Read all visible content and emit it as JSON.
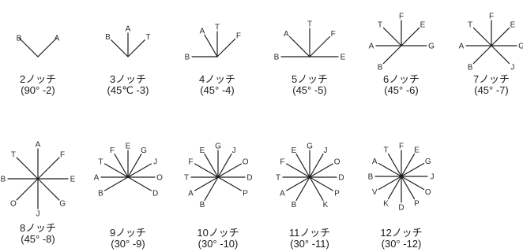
{
  "figure": {
    "items": [
      {
        "name": "2",
        "caption": "2ノッチ",
        "sub": "(90° -2)",
        "labels": [
          "B",
          "A"
        ]
      },
      {
        "name": "3",
        "caption": "3ノッチ",
        "sub": "(45℃ -3)",
        "labels": [
          "B",
          "A",
          "T"
        ]
      },
      {
        "name": "4",
        "caption": "4ノッチ",
        "sub": "(45° -4)",
        "labels": [
          "A",
          "T",
          "F",
          "B"
        ]
      },
      {
        "name": "5",
        "caption": "5ノッチ",
        "sub": "(45° -5)",
        "labels": [
          "A",
          "T",
          "F",
          "B",
          "E"
        ]
      },
      {
        "name": "6",
        "caption": "6ノッチ",
        "sub": "(45° -6)",
        "labels": [
          "T",
          "F",
          "E",
          "A",
          "G",
          "B"
        ]
      },
      {
        "name": "7",
        "caption": "7ノッチ",
        "sub": "(45° -7)",
        "labels": [
          "T",
          "F",
          "E",
          "A",
          "G",
          "B",
          "J"
        ]
      },
      {
        "name": "8",
        "caption": "8ノッチ",
        "sub": "(45° -8)",
        "labels": [
          "T",
          "A",
          "F",
          "B",
          "E",
          "O",
          "G",
          "J"
        ]
      },
      {
        "name": "9",
        "caption": "9ノッチ",
        "sub": "(30° -9)",
        "labels": [
          "F",
          "E",
          "G",
          "T",
          "J",
          "A",
          "O",
          "B",
          "D"
        ]
      },
      {
        "name": "10",
        "caption": "10ノッチ",
        "sub": "(30° -10)",
        "labels": [
          "E",
          "G",
          "J",
          "F",
          "O",
          "T",
          "D",
          "A",
          "P",
          "B"
        ]
      },
      {
        "name": "11",
        "caption": "11ノッチ",
        "sub": "(30° -11)",
        "labels": [
          "E",
          "G",
          "J",
          "F",
          "O",
          "T",
          "D",
          "A",
          "P",
          "B",
          "K"
        ]
      },
      {
        "name": "12",
        "caption": "12ノッチ",
        "sub": "(30° -12)",
        "labels": [
          "T",
          "F",
          "E",
          "A",
          "G",
          "B",
          "J",
          "V",
          "O",
          "K",
          "P",
          "D"
        ]
      }
    ]
  }
}
